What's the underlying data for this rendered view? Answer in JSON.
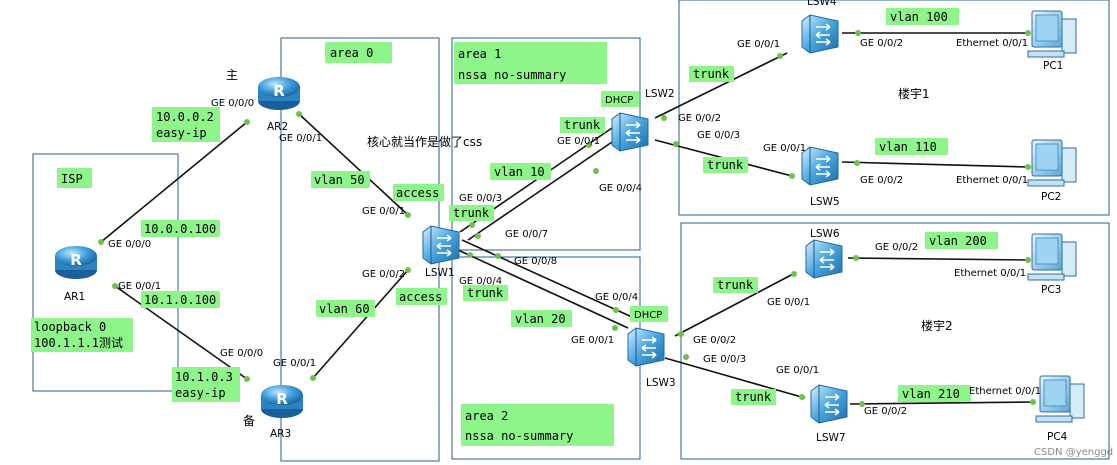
{
  "areas": {
    "area0": "area 0",
    "area1_line1": "area 1",
    "area1_line2": "nssa no-summary",
    "area2_line1": "area 2",
    "area2_line2": "nssa no-summary",
    "isp": "ISP",
    "building1": "楼宇1",
    "building2": "楼宇2"
  },
  "devices": {
    "ar1": "AR1",
    "ar2": "AR2",
    "ar3": "AR3",
    "lsw1": "LSW1",
    "lsw2": "LSW2",
    "lsw3": "LSW3",
    "lsw4": "LSW4",
    "lsw5": "LSW5",
    "lsw6": "LSW6",
    "lsw7": "LSW7",
    "pc1": "PC1",
    "pc2": "PC2",
    "pc3": "PC3",
    "pc4": "PC4"
  },
  "notes": {
    "main": "主",
    "backup": "备",
    "core_css": "核心就当作是做了css",
    "ar2_ip_1": "10.0.0.2",
    "ar2_ip_2": "easy-ip",
    "ar3_ip_1": "10.1.0.3",
    "ar3_ip_2": "easy-ip",
    "ar1_ip_top": "10.0.0.100",
    "ar1_ip_bottom": "10.1.0.100",
    "loopback_1": "loopback 0",
    "loopback_2": "100.1.1.1测试",
    "dhcp_lsw2": "DHCP",
    "dhcp_lsw3": "DHCP"
  },
  "link_labels": {
    "vlan50": "vlan 50",
    "vlan60": "vlan 60",
    "access_top": "access",
    "access_bottom": "access",
    "vlan10": "vlan 10",
    "vlan20": "vlan 20",
    "trunk_lsw2": "trunk",
    "trunk_lsw1": "trunk",
    "trunk_lsw1_b": "trunk",
    "trunk_lsw4": "trunk",
    "trunk_lsw5": "trunk",
    "trunk_lsw6": "trunk",
    "trunk_lsw7": "trunk",
    "vlan100": "vlan 100",
    "vlan110": "vlan 110",
    "vlan200": "vlan 200",
    "vlan210": "vlan 210"
  },
  "ports": {
    "ar2_ge000": "GE 0/0/0",
    "ar2_ge001": "GE 0/0/1",
    "ar1_ge000": "GE 0/0/0",
    "ar1_ge001": "GE 0/0/1",
    "ar3_ge000": "GE 0/0/0",
    "ar3_ge001": "GE 0/0/1",
    "lsw1_ge001": "GE 0/0/1",
    "lsw1_ge002": "GE 0/0/2",
    "lsw1_ge003": "GE 0/0/3",
    "lsw1_ge004": "GE 0/0/4",
    "lsw1_ge007": "GE 0/0/7",
    "lsw1_ge008": "GE 0/0/8",
    "lsw2_ge001": "GE 0/0/1",
    "lsw2_ge004": "GE 0/0/4",
    "lsw2_ge002": "GE 0/0/2",
    "lsw2_ge003": "GE 0/0/3",
    "lsw3_ge004": "GE 0/0/4",
    "lsw3_ge001": "GE 0/0/1",
    "lsw3_ge002": "GE 0/0/2",
    "lsw3_ge003": "GE 0/0/3",
    "lsw4_ge001": "GE 0/0/1",
    "lsw4_ge002": "GE 0/0/2",
    "lsw5_ge001": "GE 0/0/1",
    "lsw5_ge002": "GE 0/0/2",
    "lsw6_ge001": "GE 0/0/1",
    "lsw6_ge002": "GE 0/0/2",
    "lsw7_ge001": "GE 0/0/1",
    "lsw7_ge002": "GE 0/0/2",
    "pc1_eth": "Ethernet 0/0/1",
    "pc2_eth": "Ethernet 0/0/1",
    "pc3_eth": "Ethernet 0/0/1",
    "pc4_eth": "Ethernet 0/0/1"
  },
  "watermark": "CSDN @yenggd",
  "colors": {
    "label_bg": "#8ef58a",
    "port": "#6cc24a",
    "device": "#3a9bd8",
    "area_border": "#2b5d8f"
  },
  "icons": {
    "router": "router-icon",
    "switch": "switch-icon",
    "pc": "pc-icon"
  }
}
